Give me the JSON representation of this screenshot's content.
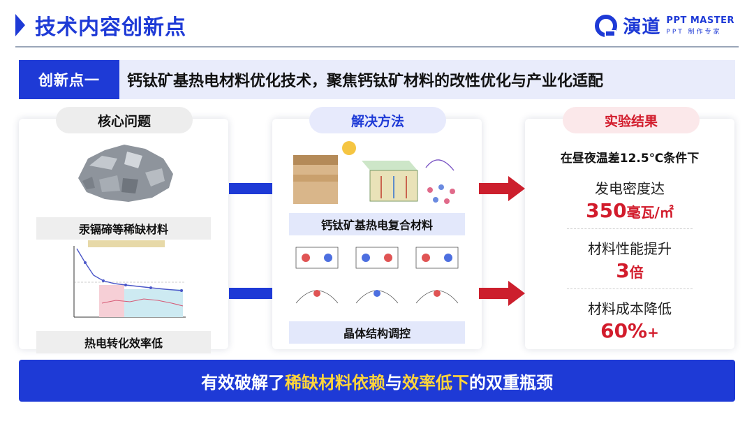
{
  "header": {
    "title": "技术内容创新点",
    "logo": {
      "cn": "演道",
      "en": "PPT MASTER",
      "en_sub": "PPT 制作专家"
    }
  },
  "innovation": {
    "tag": "创新点一",
    "text": "钙钛矿基热电材料优化技术，聚焦钙钛矿材料的改性优化与产业化适配"
  },
  "columns": {
    "problem": {
      "title": "核心问题",
      "items": [
        "汞镉碲等稀缺材料",
        "热电转化效率低"
      ]
    },
    "method": {
      "title": "解决方法",
      "items": [
        "钙钛矿基热电复合材料",
        "晶体结构调控"
      ]
    },
    "result": {
      "title": "实验结果",
      "condition": "在昼夜温差12.5℃条件下",
      "metrics": [
        {
          "label": "发电密度达",
          "value": "350",
          "unit": "毫瓦/㎡"
        },
        {
          "label": "材料性能提升",
          "value": "3",
          "unit": "倍"
        },
        {
          "label": "材料成本降低",
          "value": "60%",
          "unit": "+"
        }
      ]
    }
  },
  "conclusion": {
    "prefix": "有效破解了",
    "highlight1": "稀缺材料依赖",
    "middle": "与",
    "highlight2": "效率低下",
    "suffix": "的双重瓶颈"
  },
  "colors": {
    "primary": "#1e3ad6",
    "accent_red": "#d21c2c",
    "highlight": "#ffd43a"
  }
}
